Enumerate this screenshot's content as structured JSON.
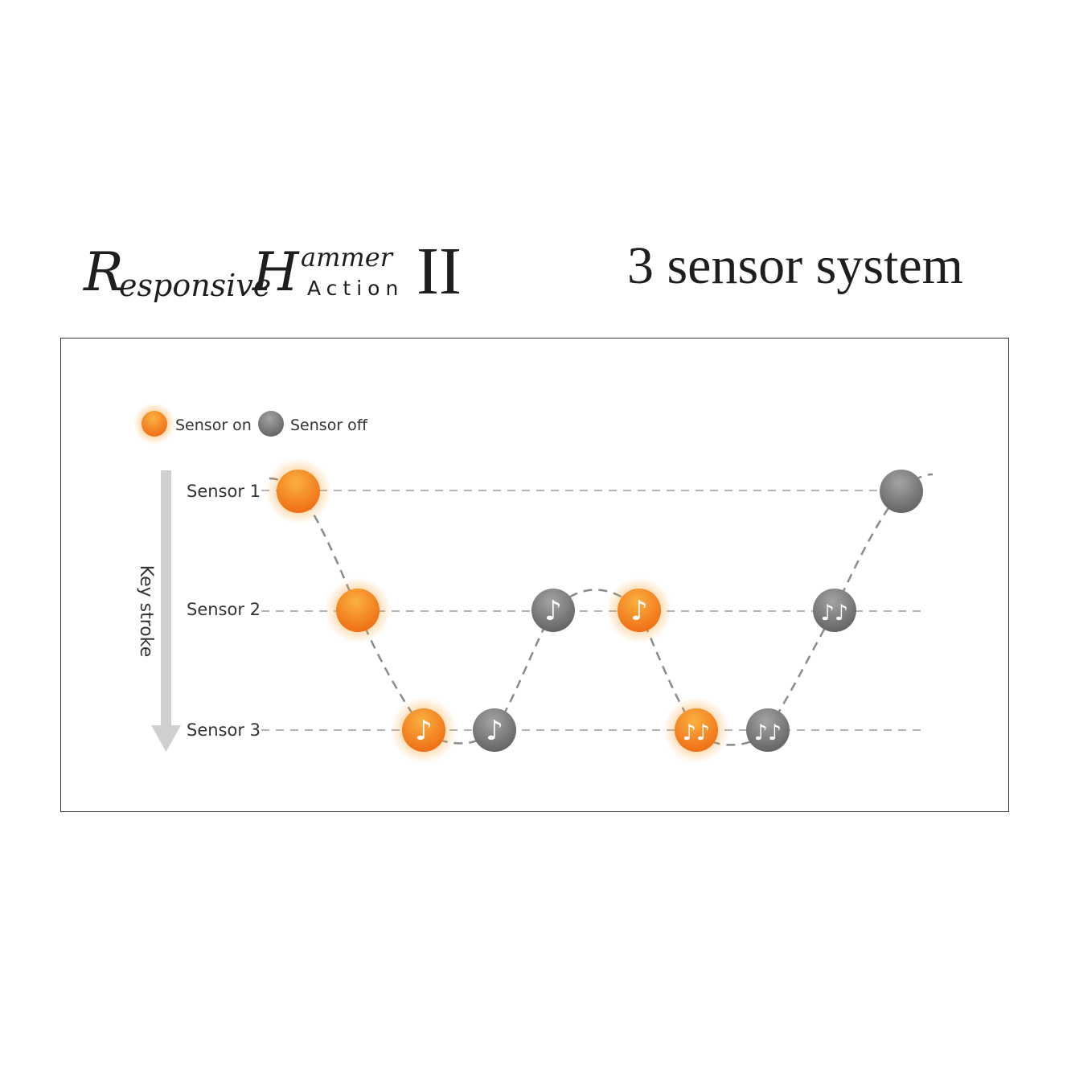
{
  "logo": {
    "r": "R",
    "esponsive": "esponsive",
    "h": "H",
    "ammer": "ammer",
    "action": "Action",
    "roman": "II"
  },
  "title": "3 sensor system",
  "legend": {
    "on_label": "Sensor on",
    "off_label": "Sensor off"
  },
  "axis_label": "Key stroke",
  "rows": [
    {
      "id": 1,
      "label": "Sensor 1"
    },
    {
      "id": 2,
      "label": "Sensor 2"
    },
    {
      "id": 3,
      "label": "Sensor 3"
    }
  ],
  "colors": {
    "on": "#f07a14",
    "on_light": "#f9a53a",
    "off": "#6d6d6d",
    "off_light": "#9a9a9a",
    "guide": "#b4b4b4",
    "arrow": "#cfcfcf"
  },
  "tokens": [
    {
      "row": 1,
      "state": "on",
      "icon": ""
    },
    {
      "row": 2,
      "state": "on",
      "icon": ""
    },
    {
      "row": 3,
      "state": "on",
      "icon": "♪"
    },
    {
      "row": 3,
      "state": "off",
      "icon": "♪"
    },
    {
      "row": 2,
      "state": "off",
      "icon": "♪"
    },
    {
      "row": 2,
      "state": "on",
      "icon": "♪"
    },
    {
      "row": 3,
      "state": "on",
      "icon": "♪♪"
    },
    {
      "row": 3,
      "state": "off",
      "icon": "♪♪"
    },
    {
      "row": 2,
      "state": "off",
      "icon": "♪♪"
    },
    {
      "row": 1,
      "state": "off",
      "icon": ""
    }
  ]
}
